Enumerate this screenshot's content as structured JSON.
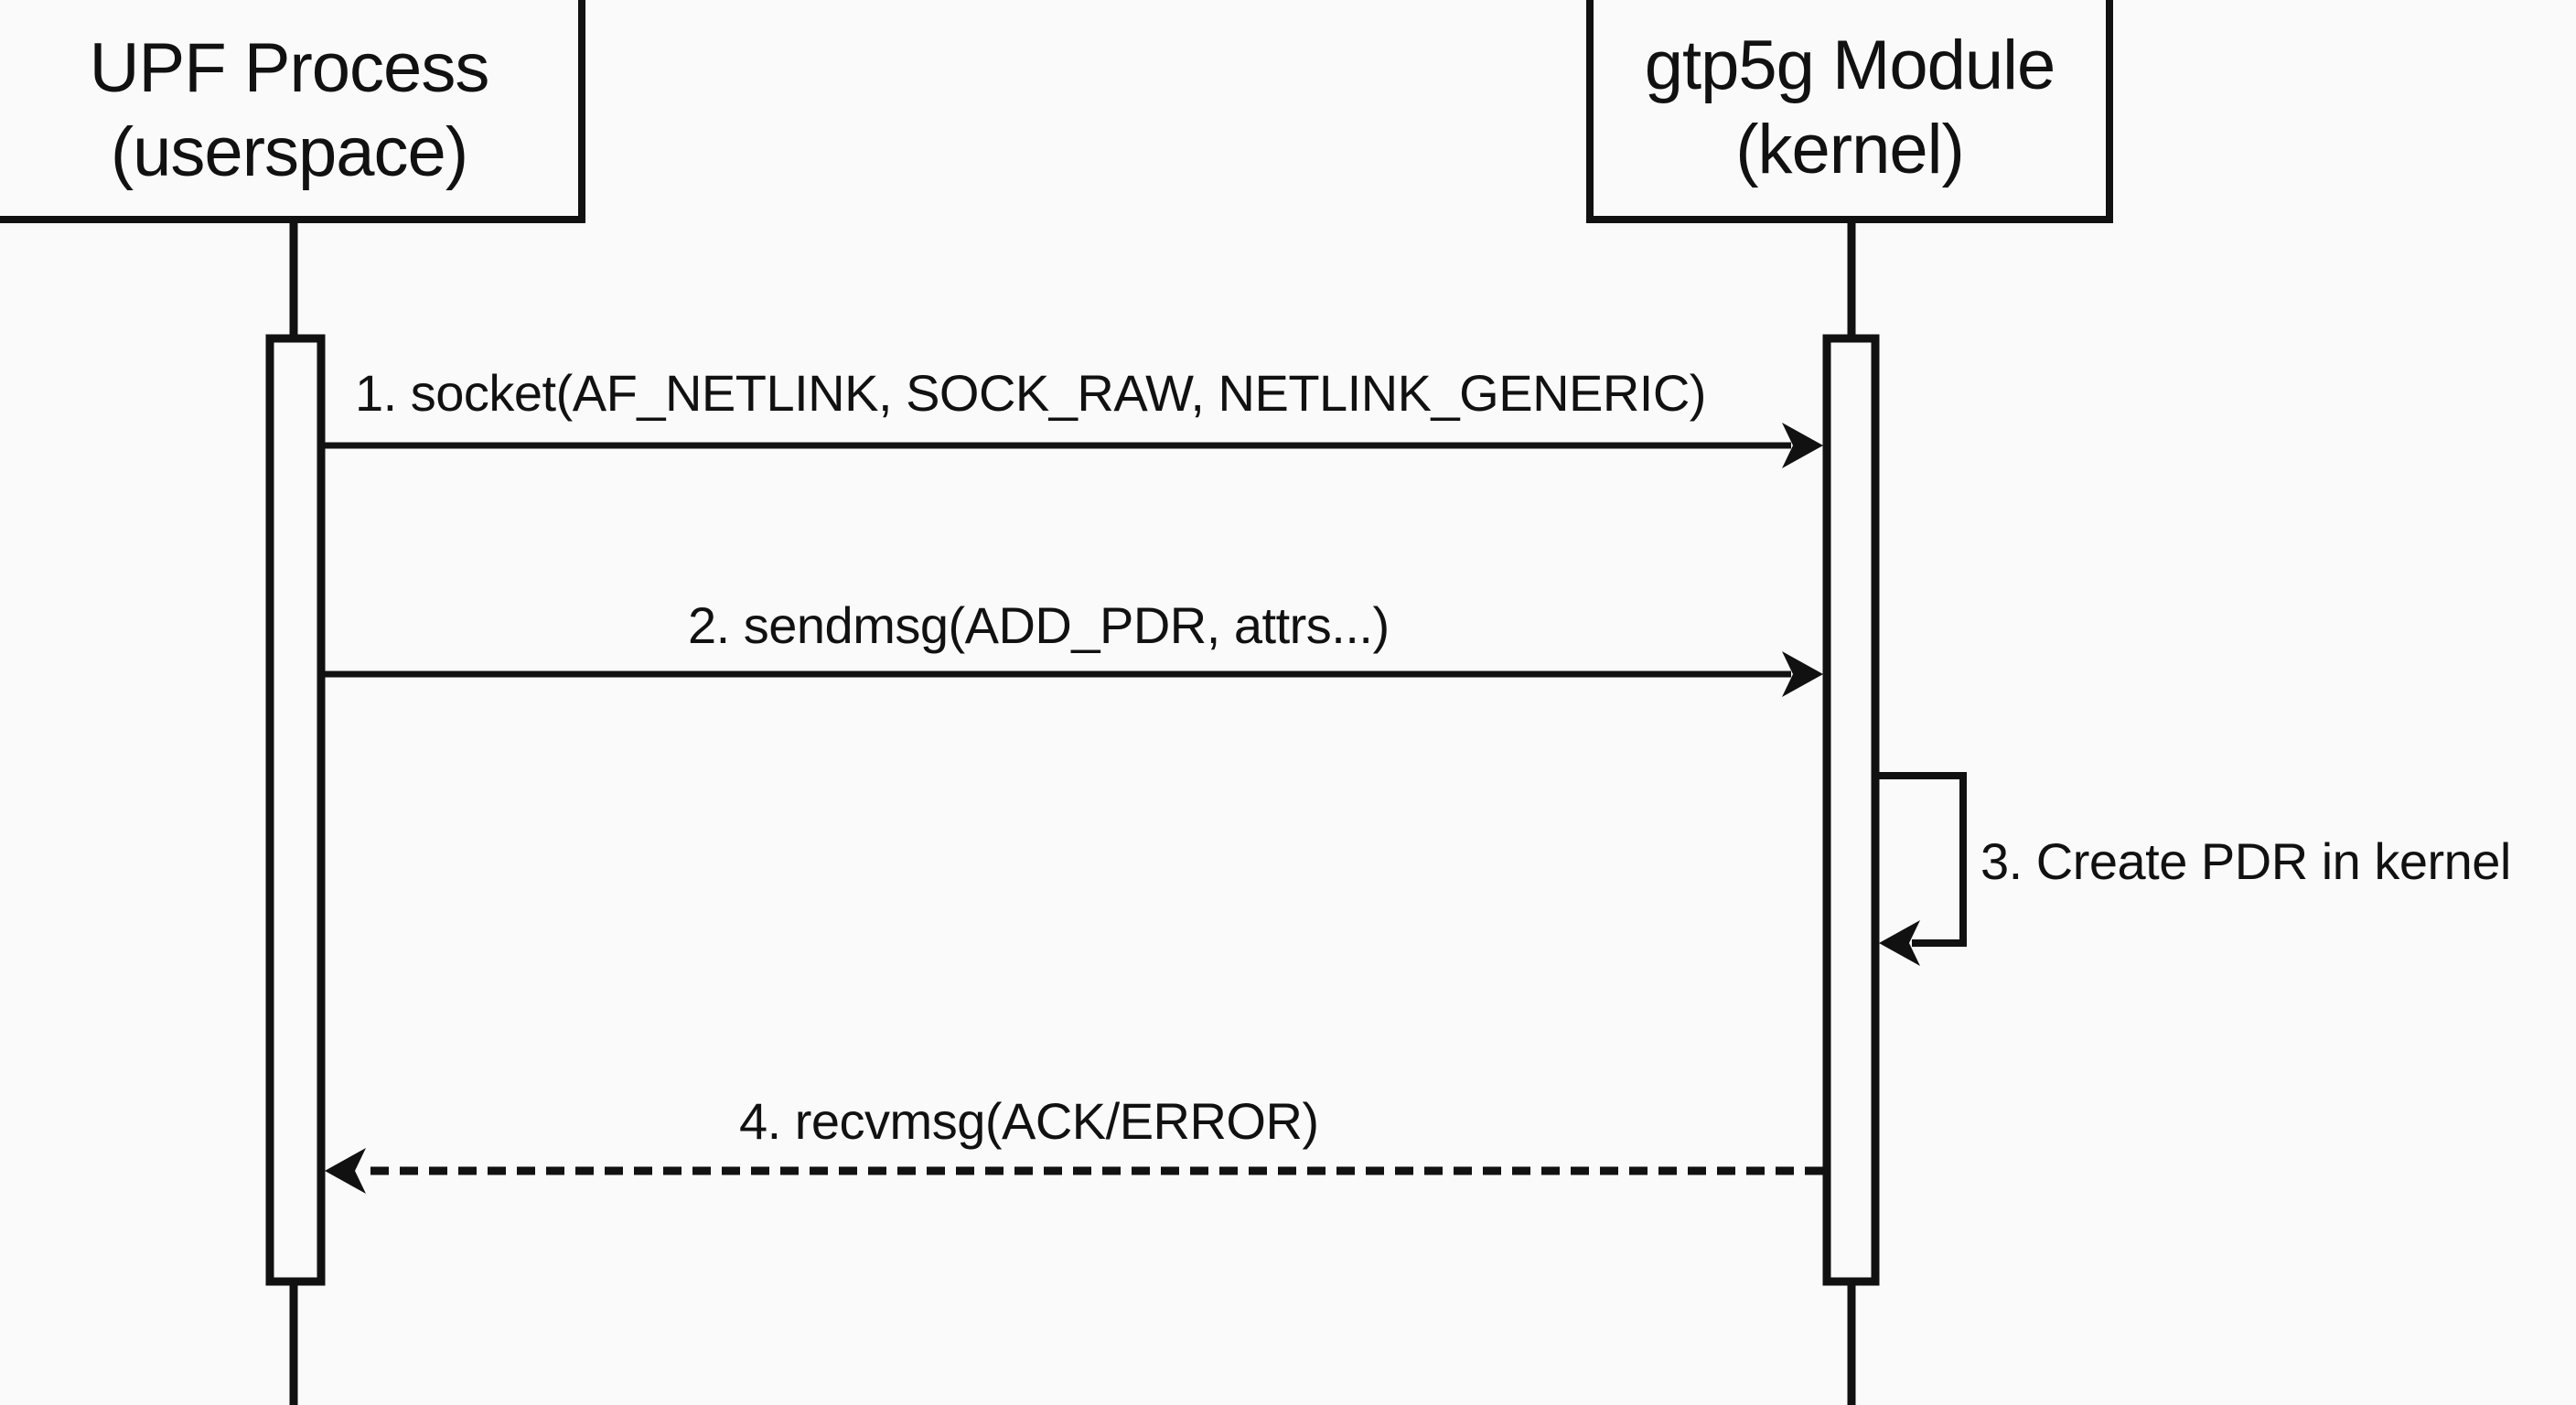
{
  "diagram": {
    "type": "sequence",
    "colors": {
      "background": "#fafafa",
      "stroke": "#111111",
      "text": "#111111"
    },
    "participants": [
      {
        "id": "upf",
        "title": "UPF Process",
        "subtitle": "(userspace)"
      },
      {
        "id": "gtp5g",
        "title": "gtp5g Module",
        "subtitle": "(kernel)"
      }
    ],
    "messages": [
      {
        "step": 1,
        "from": "upf",
        "to": "gtp5g",
        "style": "solid",
        "label": "1. socket(AF_NETLINK, SOCK_RAW, NETLINK_GENERIC)"
      },
      {
        "step": 2,
        "from": "upf",
        "to": "gtp5g",
        "style": "solid",
        "label": "2. sendmsg(ADD_PDR, attrs...)"
      },
      {
        "step": 3,
        "from": "gtp5g",
        "to": "gtp5g",
        "style": "self",
        "label": "3. Create PDR in kernel"
      },
      {
        "step": 4,
        "from": "gtp5g",
        "to": "upf",
        "style": "dashed",
        "label": "4. recvmsg(ACK/ERROR)"
      }
    ]
  }
}
